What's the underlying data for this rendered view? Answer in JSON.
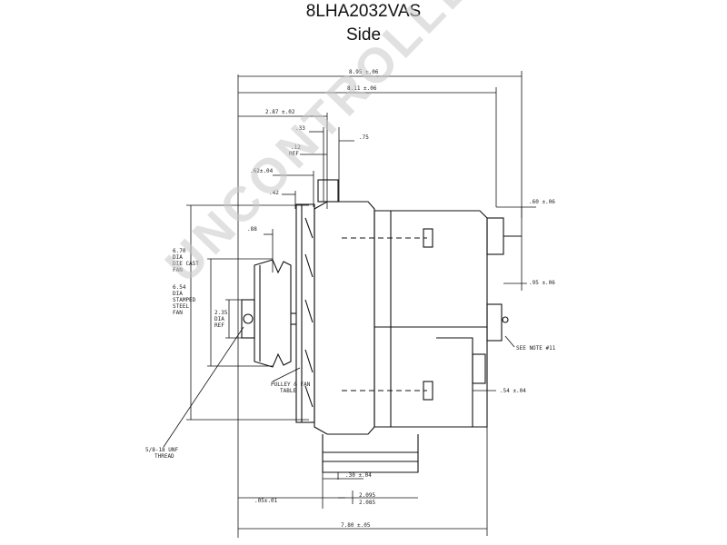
{
  "title": "8LHA2032VAS",
  "subtitle": "Side",
  "watermark": "UNCONTROLLED COPY",
  "dimensions": {
    "overall_top": "8.95 ±.06",
    "top_second": "8.11 ±.06",
    "top_left": "2.87 ±.02",
    "d33": ".33",
    "d75": ".75",
    "d12": ".12",
    "ref": "REF",
    "d62": ".62±.04",
    "d42": ".42",
    "d88": ".88",
    "right_top": ".60 ±.06",
    "right_mid": ".95 ±.06",
    "see_note": "SEE NOTE #11",
    "right_low": ".54 ±.04",
    "bottom_30": ".30 ±.04",
    "bottom_left": ".05±.01",
    "bottom_2095": "2.095",
    "bottom_2085": "2.085",
    "overall_bottom": "7.80 ±.05",
    "fan_die_1": "6.70",
    "fan_die_2": "DIA",
    "fan_die_3": "DIE CAST",
    "fan_die_4": "FAN",
    "fan_st_1": "6.54",
    "fan_st_2": "DIA",
    "fan_st_3": "STAMPED",
    "fan_st_4": "STEEL",
    "fan_st_5": "FAN",
    "pul_1": "2.35",
    "pul_2": "DIA",
    "pul_3": "REF",
    "pulley_fan_1": "PULLEY & FAN",
    "pulley_fan_2": "TABLE",
    "thread": "5/8-18 UNF",
    "thread_2": "THREAD"
  }
}
